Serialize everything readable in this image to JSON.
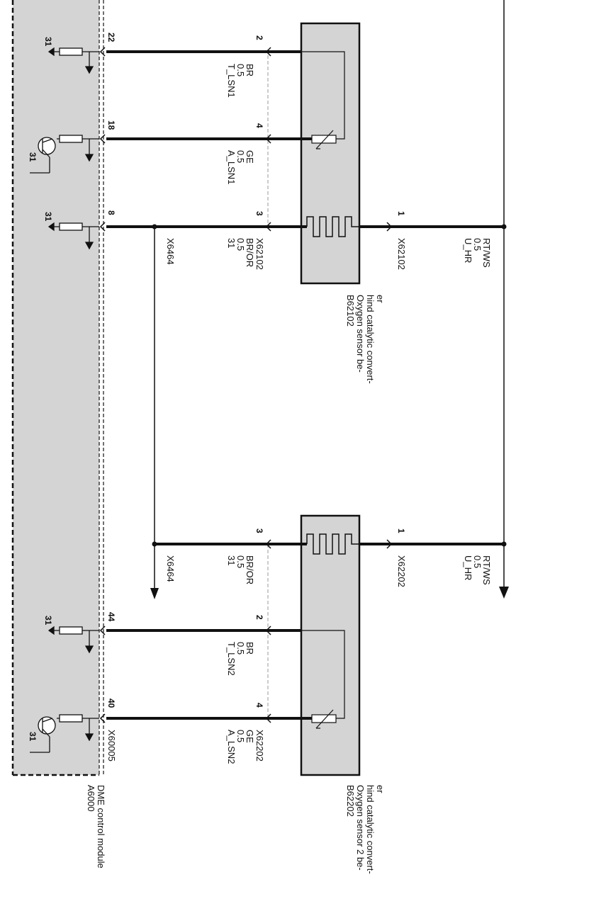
{
  "module": {
    "id": "A6000",
    "name": "DME control module",
    "connector": "X60005"
  },
  "sensor1": {
    "id": "B62102",
    "name_lines": [
      "Oxygen sensor be-",
      "hind catalytic convert-",
      "er"
    ],
    "connector": "X62102",
    "supply_connector": "X62102"
  },
  "sensor2": {
    "id": "B62202",
    "name_lines": [
      "Oxygen sensor 2 be-",
      "hind catalytic convert-",
      "er"
    ],
    "connector": "X62202",
    "supply_connector": "X62202"
  },
  "ground_ref": "31",
  "wires": [
    {
      "key": "t1",
      "module_pin": "22",
      "sensor_pin": "2",
      "signal": "T_LSN1",
      "gauge": "0.5",
      "color": "BR"
    },
    {
      "key": "a1",
      "module_pin": "18",
      "sensor_pin": "4",
      "signal": "A_LSN1",
      "gauge": "0.5",
      "color": "GE"
    },
    {
      "key": "h1",
      "module_pin": "8",
      "sensor_pin": "3",
      "signal": "31",
      "gauge": "0.5",
      "color": "BR/OR",
      "splice": "X6464"
    },
    {
      "key": "h2",
      "module_pin": "",
      "sensor_pin": "3",
      "signal": "31",
      "gauge": "0.5",
      "color": "BR/OR",
      "splice": "X6464"
    },
    {
      "key": "t2",
      "module_pin": "44",
      "sensor_pin": "2",
      "signal": "T_LSN2",
      "gauge": "0.5",
      "color": "BR"
    },
    {
      "key": "a2",
      "module_pin": "40",
      "sensor_pin": "4",
      "signal": "A_LSN2",
      "gauge": "0.5",
      "color": "GE"
    }
  ],
  "supply": [
    {
      "pin": "1",
      "signal": "U_HR",
      "gauge": "0.5",
      "color": "RT/WS"
    },
    {
      "pin": "1",
      "signal": "U_HR",
      "gauge": "0.5",
      "color": "RT/WS"
    }
  ]
}
